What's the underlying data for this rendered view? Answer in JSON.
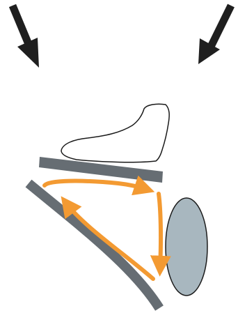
{
  "diagram": {
    "elements": [
      {
        "name": "left-incoming-arrow",
        "shape": "arrow",
        "color": "#1f1f1f"
      },
      {
        "name": "right-incoming-arrow",
        "shape": "arrow",
        "color": "#1f1f1f"
      },
      {
        "name": "foot-outline",
        "shape": "foot",
        "fill": "#ffffff",
        "stroke": "#1a1a1a"
      },
      {
        "name": "top-plate-bar",
        "shape": "bar",
        "color": "#666d73"
      },
      {
        "name": "curved-side-bar",
        "shape": "curved-bar",
        "color": "#666d73"
      },
      {
        "name": "oval-shape",
        "shape": "ellipse",
        "fill": "#a8b7bf",
        "stroke": "#1a1a1a"
      },
      {
        "name": "orange-cycle-arrows",
        "shape": "arrow-loop",
        "color": "#f39a32",
        "direction": "clockwise"
      }
    ]
  }
}
